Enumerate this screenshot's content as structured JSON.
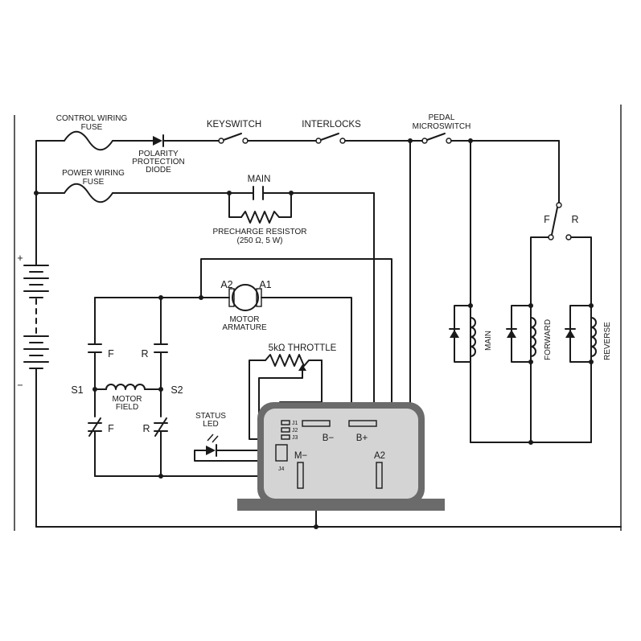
{
  "labels": {
    "control_fuse_1": "CONTROL WIRING",
    "control_fuse_2": "FUSE",
    "power_fuse_1": "POWER WIRING",
    "power_fuse_2": "FUSE",
    "polarity_1": "POLARITY",
    "polarity_2": "PROTECTION",
    "polarity_3": "DIODE",
    "keyswitch": "KEYSWITCH",
    "interlocks": "INTERLOCKS",
    "pedal_1": "PEDAL",
    "pedal_2": "MICROSWITCH",
    "main_contactor": "MAIN",
    "precharge_1": "PRECHARGE RESISTOR",
    "precharge_2": "(250 Ω, 5 W)",
    "a2": "A2",
    "a1": "A1",
    "armature_1": "MOTOR",
    "armature_2": "ARMATURE",
    "throttle": "5kΩ THROTTLE",
    "status_1": "STATUS",
    "status_2": "LED",
    "batt_plus": "+",
    "batt_minus": "−",
    "s1": "S1",
    "s2": "S2",
    "f_top": "F",
    "r_top": "R",
    "f_bot": "F",
    "r_bot": "R",
    "field_1": "MOTOR",
    "field_2": "FIELD",
    "j1": "J1",
    "j2": "J2",
    "j3": "J3",
    "j4": "J4",
    "b_minus": "B−",
    "b_plus": "B+",
    "m_minus": "M−",
    "a2_term": "A2",
    "fr_f": "F",
    "fr_r": "R",
    "coil_main": "MAIN",
    "coil_forward": "FORWARD",
    "coil_reverse": "REVERSE"
  },
  "colors": {
    "ink": "#1a1a1a",
    "controller_body": "#6b6b6b",
    "controller_face": "#d4d4d4",
    "background": "#ffffff"
  }
}
